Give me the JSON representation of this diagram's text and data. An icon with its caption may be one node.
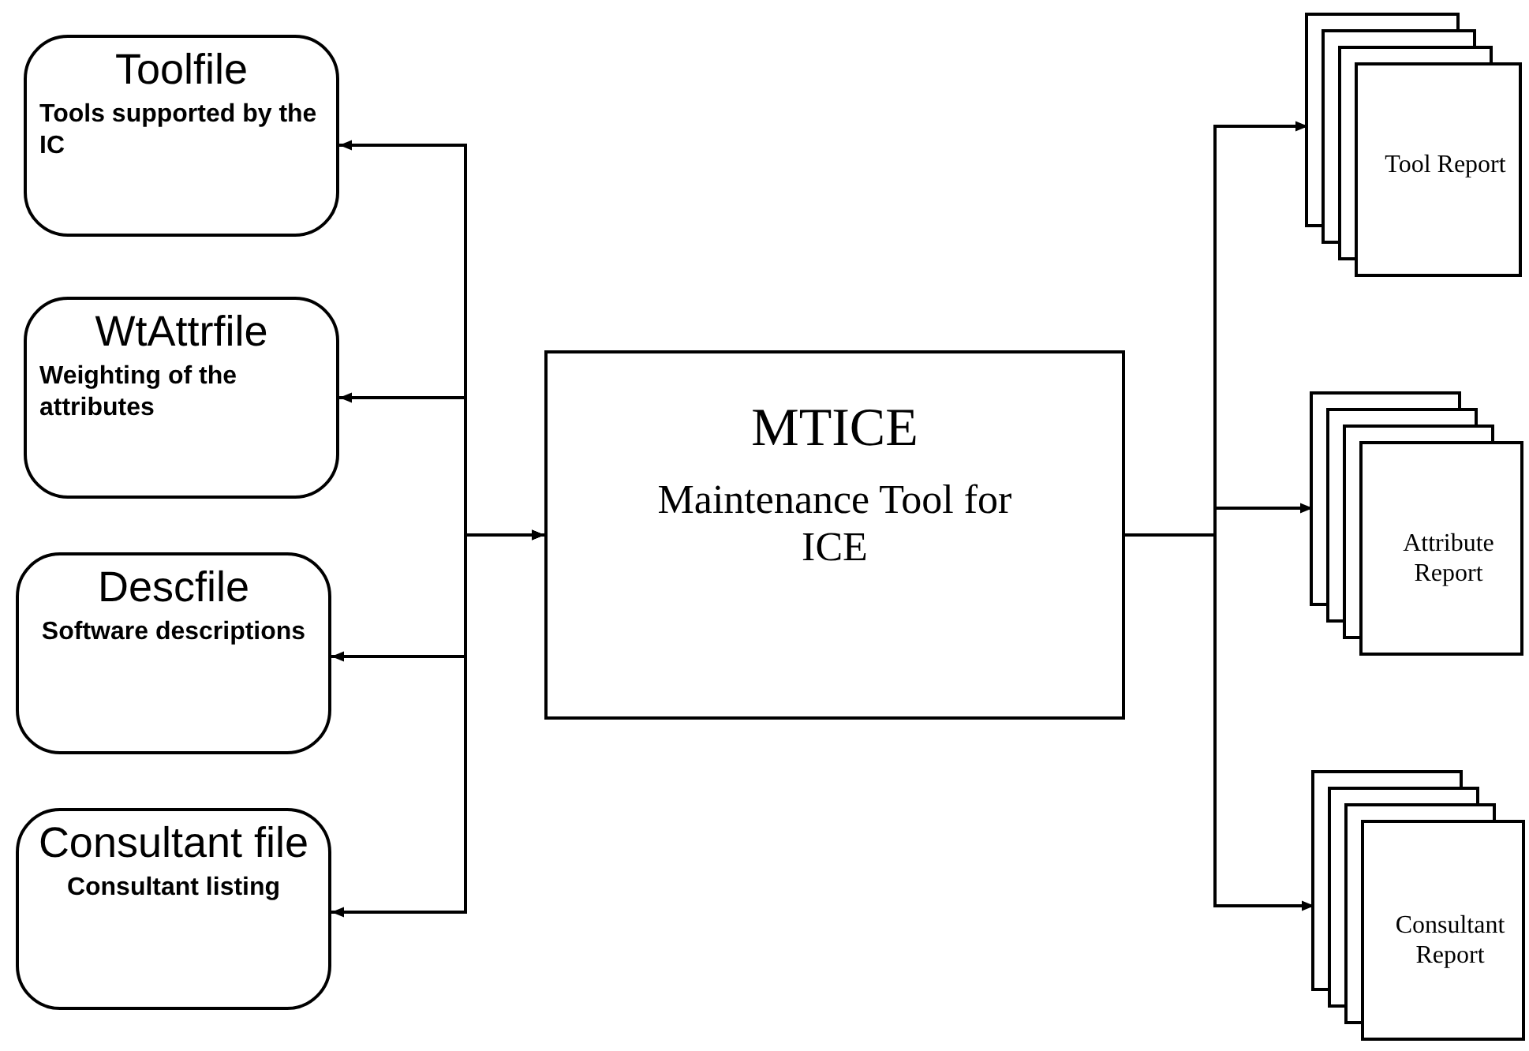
{
  "diagram": {
    "nodes": [
      {
        "text": [
          "Toolfile",
          "Tools supported by the IC"
        ]
      },
      {
        "text": [
          "WtAttrfile",
          "Weighting of the attributes"
        ]
      },
      {
        "text": [
          "Descfile",
          "Software descriptions"
        ]
      },
      {
        "text": [
          "Consultant file",
          "Consultant listing"
        ]
      },
      {
        "text": [
          "MTICE",
          "Maintenance Tool for ICE"
        ]
      },
      {
        "text": [
          "Tool Report"
        ]
      },
      {
        "text": [
          "Attribute Report"
        ]
      },
      {
        "text": [
          "Consultant Report"
        ]
      }
    ],
    "edges": [
      {
        "from": 0,
        "to": 4,
        "arrow": "both"
      },
      {
        "from": 1,
        "to": 4,
        "arrow": "both"
      },
      {
        "from": 2,
        "to": 4,
        "arrow": "both"
      },
      {
        "from": 3,
        "to": 4,
        "arrow": "both"
      },
      {
        "from": 4,
        "to": 5,
        "arrow": "to"
      },
      {
        "from": 4,
        "to": 6,
        "arrow": "to"
      },
      {
        "from": 4,
        "to": 7,
        "arrow": "to"
      }
    ]
  }
}
